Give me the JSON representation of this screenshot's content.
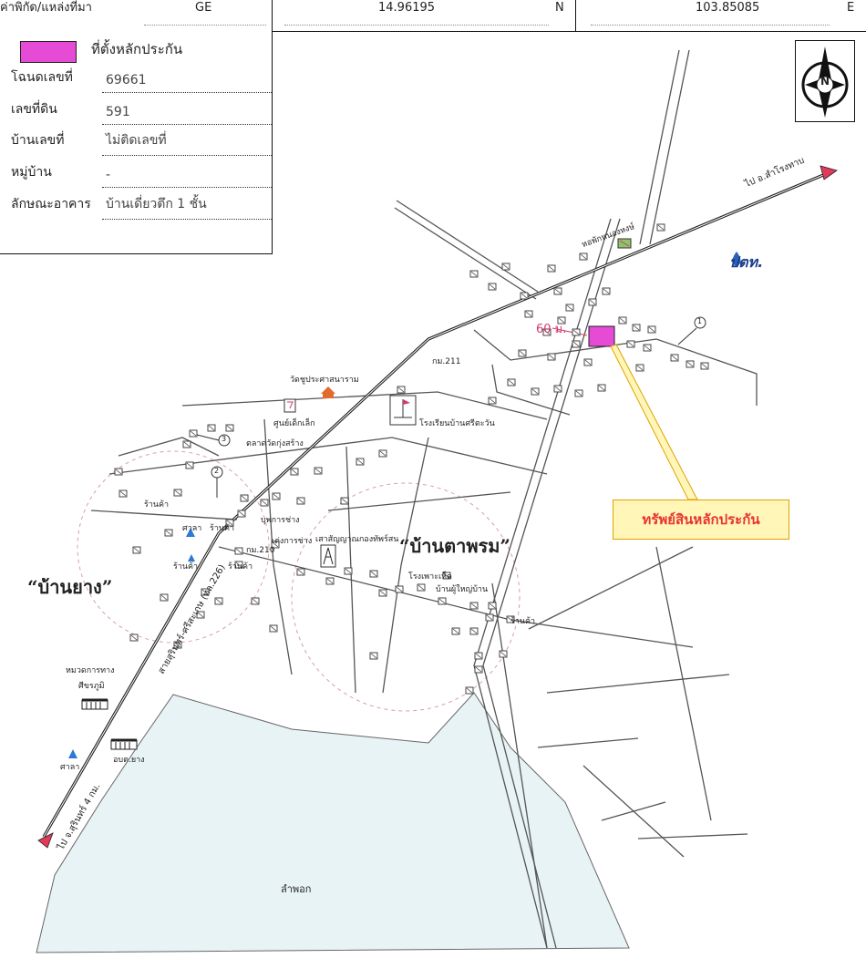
{
  "header": {
    "label": "ค่าพิกัด/แหล่งที่มา",
    "source": "GE",
    "lat": "14.96195",
    "lat_dir": "N",
    "lon": "103.85085",
    "lon_dir": "E"
  },
  "legend": {
    "marker_label": "ที่ตั้งหลักประกัน",
    "rows": [
      {
        "key": "โฉนดเลขที่",
        "value": "69661"
      },
      {
        "key": "เลขที่ดิน",
        "value": "591"
      },
      {
        "key": "บ้านเลขที่",
        "value": "ไม่ติดเลขที่"
      },
      {
        "key": "หมู่บ้าน",
        "value": "-"
      },
      {
        "key": "ลักษณะอาคาร",
        "value": "บ้านเดี่ยวตึก 1 ชั้น"
      }
    ]
  },
  "compass": {
    "letter": "N"
  },
  "logo": {
    "text": "ปตท."
  },
  "callout": {
    "text": "ทรัพย์สินหลักประกัน"
  },
  "distance": {
    "text": "60 ม."
  },
  "villages": {
    "ban_yang": "“บ้านยาง”",
    "ban_ta_phrom": "“บ้านตาพรม”"
  },
  "labels": {
    "road_to_samrong": "ไป อ.สำโรงทาบ",
    "road_to_surin": "ไป จ.สุรินทร์ 4 กม.",
    "road_226": "สายสุรินทร์-ศรีสะเกษ (ทล.226)",
    "km_211": "กม.211",
    "km_210": "กม.210",
    "dorm": "หอพักหนองหงษ์",
    "temple": "วัดชูประศาสนาราม",
    "school": "โรงเรียนบ้านศรีตะวัน",
    "child_center": "ศูนย์เด็กเล็ก",
    "sala1": "ศาลา",
    "sala2": "ศาลา",
    "shop1": "ร้านค้า",
    "shop2": "ร้านค้า",
    "shop3": "ร้านค้า",
    "shop4": "ร้านค้า",
    "shop5": "ร้านค้า",
    "market": "ตลาดวัดกุ่งสร้าง",
    "repair1": "บุพการช่าง",
    "repair2": "เต่งการช่าง",
    "pole": "เสาสัญญาณกองทัพร์สน",
    "mushroom": "โรงเพาะเห็ด",
    "headman": "บ้านผู้ใหญ่บ้าน",
    "highway_dept_1": "หมวดการทาง",
    "highway_dept_2": "ศีขรภูมิ",
    "sao": "อบต.ยาง",
    "pond": "ลำพอก",
    "m1": "1",
    "m2": "2",
    "m3": "3"
  },
  "colors": {
    "collateral": "#e64bd6",
    "road": "#222222",
    "water": "#e8f3f6",
    "callout_fill": "#fff6b8",
    "callout_border": "#e1a000",
    "callout_text": "#e83333",
    "distance_text": "#d23a6a",
    "circle": "#d9a0a0"
  }
}
